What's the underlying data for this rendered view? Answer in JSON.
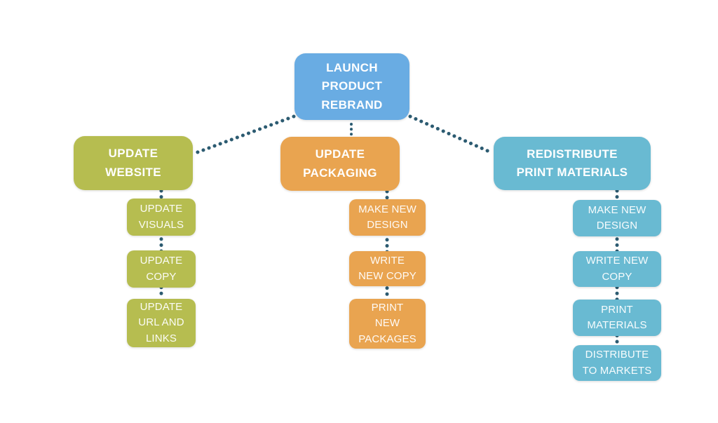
{
  "colors": {
    "root_fill": "#69ACE3",
    "website_fill": "#B6BD50",
    "packaging_fill": "#E9A450",
    "print_fill": "#69BAD2",
    "connector_dot": "#2C5B71",
    "node_text": "#FFFFFF"
  },
  "root": {
    "label": "LAUNCH\nPRODUCT\nREBRAND"
  },
  "branches": [
    {
      "label": "UPDATE\nWEBSITE",
      "children": [
        {
          "label": "UPDATE\nVISUALS"
        },
        {
          "label": "UPDATE\nCOPY"
        },
        {
          "label": "UPDATE\nURL AND\nLINKS"
        }
      ]
    },
    {
      "label": "UPDATE\nPACKAGING",
      "children": [
        {
          "label": "MAKE NEW\nDESIGN"
        },
        {
          "label": "WRITE\nNEW COPY"
        },
        {
          "label": "PRINT\nNEW\nPACKAGES"
        }
      ]
    },
    {
      "label": "REDISTRIBUTE\nPRINT MATERIALS",
      "children": [
        {
          "label": "MAKE NEW\nDESIGN"
        },
        {
          "label": "WRITE NEW\nCOPY"
        },
        {
          "label": "PRINT\nMATERIALS"
        },
        {
          "label": "DISTRIBUTE\nTO MARKETS"
        }
      ]
    }
  ]
}
